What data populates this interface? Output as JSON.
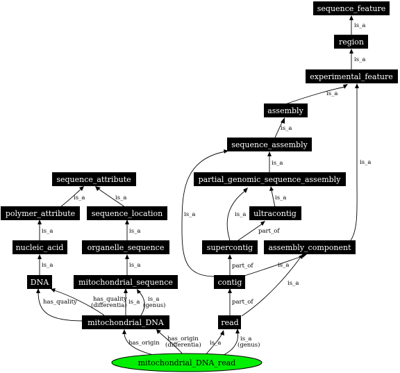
{
  "nodes": {
    "sequence_feature": "sequence_feature",
    "region": "region",
    "experimental_feature": "experimental_feature",
    "assembly": "assembly",
    "sequence_assembly": "sequence_assembly",
    "partial_genomic_sequence_assembly": "partial_genomic_sequence_assembly",
    "ultracontig": "ultracontig",
    "supercontig": "supercontig",
    "assembly_component": "assembly_component",
    "contig": "contig",
    "read": "read",
    "sequence_attribute": "sequence_attribute",
    "polymer_attribute": "polymer_attribute",
    "sequence_location": "sequence_location",
    "nucleic_acid": "nucleic_acid",
    "organelle_sequence": "organelle_sequence",
    "DNA": "DNA",
    "mitochondrial_sequence": "mitochondrial_sequence",
    "mitochondrial_DNA": "mitochondrial_DNA",
    "mitochondrial_DNA_read": "mitochondrial_DNA_read"
  },
  "edge_labels": {
    "is_a": "is_a",
    "part_of": "part_of",
    "has_quality": "has_quality",
    "has_quality_differentia_l1": "has_quality",
    "has_quality_differentia_l2": "(differentia)",
    "is_a_genus_l1": "is_a",
    "is_a_genus_l2": "(genus)",
    "has_origin": "has_origin",
    "has_origin_differentia_l1": "has_origin",
    "has_origin_differentia_l2": "(differentia)"
  },
  "colors": {
    "node_fill": "#000000",
    "node_text": "#ffffff",
    "root_fill": "#00ee00"
  }
}
